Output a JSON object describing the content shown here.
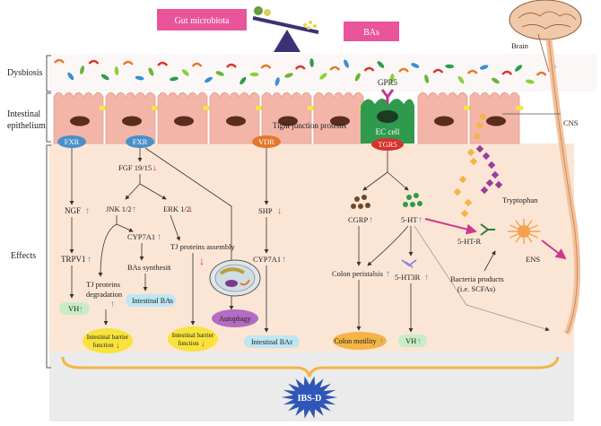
{
  "top": {
    "gut_microbiota": "Gut microbiota",
    "bas": "BAs"
  },
  "sections": {
    "dysbiosis": "Dysbiosis",
    "epithelium_line1": "Intestinal",
    "epithelium_line2": "epithelium",
    "effects": "Effects"
  },
  "epithelium": {
    "tight_junction": "Tight junction proteins",
    "gpr5": "GPR5",
    "ec_cell": "EC cell",
    "tgr5": "TGR5",
    "brain": "Brain",
    "cns": "CNS"
  },
  "receptors": {
    "fxr1": "FXR",
    "fxr2": "FXR",
    "vdr": "VDR"
  },
  "pathway": {
    "ngf": "NGF",
    "trpv1": "TRPV1",
    "vh1": "VH",
    "fgf": "FGF 19/15",
    "jnk": "JNK 1/2",
    "erk": "ERK 1/2",
    "cyp7a1_a": "CYP7A1",
    "bas_synthesis": "BAs synthesis",
    "intestinal_bas_a": "Intestinal BAs",
    "tj_degradation_1": "TJ proteins",
    "tj_degradation_2": "degradation",
    "tj_assembly": "TJ proteins assembly",
    "barrier1_line1": "Intestinal barrier",
    "barrier1_line2": "function",
    "barrier2_line1": "Intestinal barrier",
    "barrier2_line2": "function",
    "autophagy": "Autophagy",
    "shp": "SHP",
    "cyp7a1_b": "CYP7A1",
    "intestinal_bas_b": "Intestinal BAs",
    "cgrp": "CGRP",
    "ht5": "5-HT",
    "colon_peristalsis": "Colon peristalsis",
    "ht3r": "5-HT3R",
    "colon_motility": "Colon motility",
    "vh2": "VH",
    "tryptophan": "Tryptophan",
    "htr": "5-HT-R",
    "ens": "ENS",
    "bacteria_products_1": "Bacteria products",
    "bacteria_products_2": "(i.e. SCFAs)"
  },
  "bottom": {
    "ibsd": "IBS-D"
  },
  "colors": {
    "pink_box": "#e8559a",
    "epithelium": "#f2b5a8",
    "effects_bg": "#fbe6d6",
    "receptor_blue": "#4a90c8",
    "vdr_orange": "#e4782a",
    "ec_green": "#2f9a4d",
    "tgr5_red": "#d8322b",
    "pill_cyan": "#bfe6f3",
    "pill_green": "#c9ecc4",
    "pill_yellow": "#f7e33b",
    "pill_orange": "#f4b446",
    "autophagy_purple": "#b46bc2",
    "ibsd_blue": "#2f56b8",
    "arrow_up": "#3a8fd0",
    "arrow_down": "#d8322b",
    "brain_tan": "#f0c9a8"
  }
}
